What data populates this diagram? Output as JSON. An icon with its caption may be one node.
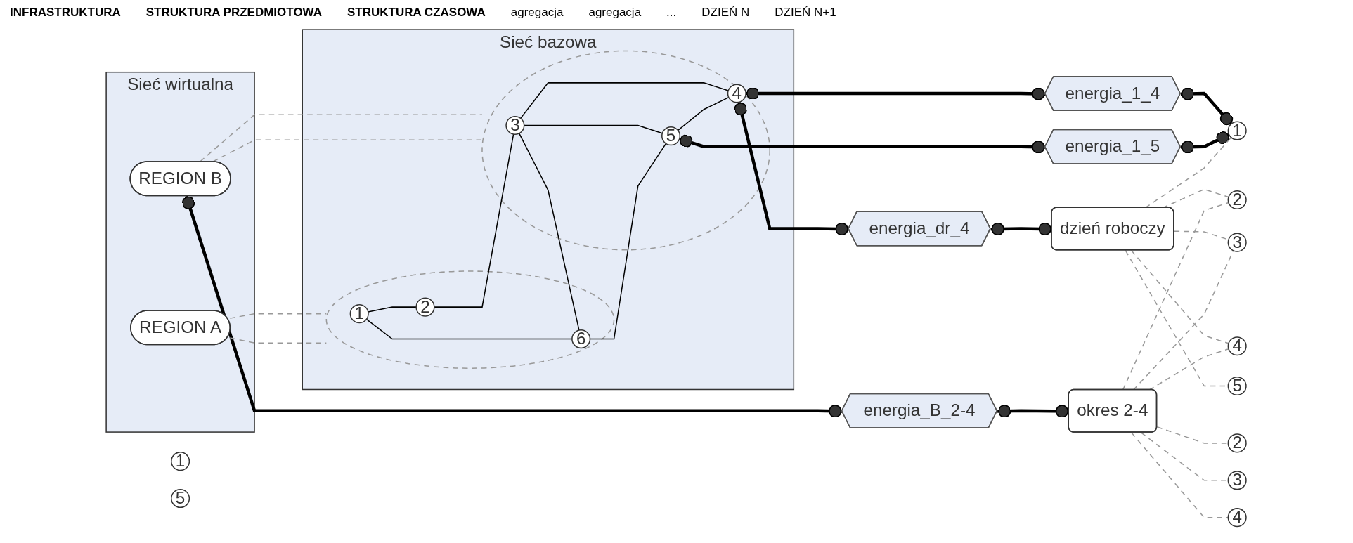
{
  "diagram": {
    "nodes": [
      {
        "text": [
          "Sieć wirtualna"
        ]
      },
      {
        "text": [
          "REGION A"
        ],
        "in": 0
      },
      {
        "text": [
          "REGION B"
        ],
        "in": 0
      },
      {
        "text": [
          "Sieć bazowa"
        ]
      },
      {
        "text": [],
        "shape": "circle",
        "in": 3
      },
      {
        "text": [],
        "shape": "circle",
        "in": 3
      },
      {
        "text": [
          "1"
        ],
        "in": 4
      },
      {
        "text": [
          "2"
        ],
        "in": 4
      },
      {
        "text": [
          "6"
        ],
        "in": 4
      },
      {
        "text": [
          "3"
        ],
        "in": 5
      },
      {
        "text": [
          "4"
        ],
        "in": 5
      },
      {
        "text": [
          "5"
        ],
        "in": 5
      },
      {
        "text": [
          "energia_B_2-4"
        ]
      },
      {
        "text": [
          "energia_dr_4"
        ]
      },
      {
        "text": [
          "energia_1_4"
        ]
      },
      {
        "text": [
          "energia_1_5"
        ]
      },
      {
        "text": [
          "dzień roboczy"
        ]
      },
      {
        "text": [
          "okres 2-4"
        ]
      },
      {
        "text": [
          "1"
        ]
      },
      {
        "text": [
          "2"
        ]
      },
      {
        "text": [
          "3"
        ]
      },
      {
        "text": [
          "4"
        ]
      },
      {
        "text": [
          "5"
        ]
      },
      {
        "text": [
          "1"
        ]
      },
      {
        "text": [
          "2"
        ]
      },
      {
        "text": [
          "3"
        ]
      },
      {
        "text": [
          "4"
        ]
      },
      {
        "text": [
          "5"
        ]
      }
    ],
    "edges": [
      {
        "from": 6,
        "to": 7,
        "arrow": "none"
      },
      {
        "from": 6,
        "to": 8,
        "arrow": "none"
      },
      {
        "from": 7,
        "to": 9,
        "arrow": "none"
      },
      {
        "from": 9,
        "to": 8,
        "arrow": "none"
      },
      {
        "from": 9,
        "to": 10,
        "arrow": "none"
      },
      {
        "from": 9,
        "to": 11,
        "arrow": "none"
      },
      {
        "from": 8,
        "to": 11,
        "arrow": "none"
      },
      {
        "from": 11,
        "to": 10,
        "arrow": "none"
      },
      {
        "from": 1,
        "to": 4,
        "arrow": "none",
        "style": "dashed",
        "color": "#999999"
      },
      {
        "from": 1,
        "to": 4,
        "arrow": "none",
        "style": "dashed",
        "color": "#999999"
      },
      {
        "from": 2,
        "to": 5,
        "arrow": "none",
        "style": "dashed",
        "color": "#999999"
      },
      {
        "from": 2,
        "to": 5,
        "arrow": "none",
        "style": "dashed",
        "color": "#999999"
      },
      {
        "from": 2,
        "to": 12,
        "arrow": "other",
        "style": "thick"
      },
      {
        "from": 12,
        "to": 17,
        "arrow": "other",
        "style": "thick"
      },
      {
        "from": 10,
        "to": 13,
        "arrow": "other",
        "style": "thick"
      },
      {
        "from": 13,
        "to": 16,
        "arrow": "other",
        "style": "thick"
      },
      {
        "from": 10,
        "to": 14,
        "arrow": "other",
        "style": "thick"
      },
      {
        "from": 14,
        "to": 18,
        "arrow": "other",
        "style": "thick"
      },
      {
        "from": 11,
        "to": 15,
        "arrow": "other",
        "style": "thick"
      },
      {
        "from": 15,
        "to": 18,
        "arrow": "other",
        "style": "thick"
      },
      {
        "from": 16,
        "to": 18,
        "arrow": "none",
        "style": "dashed",
        "color": "#999999"
      },
      {
        "from": 16,
        "to": 19,
        "arrow": "none",
        "style": "dashed",
        "color": "#999999"
      },
      {
        "from": 16,
        "to": 20,
        "arrow": "none",
        "style": "dashed",
        "color": "#999999"
      },
      {
        "from": 16,
        "to": 21,
        "arrow": "none",
        "style": "dashed",
        "color": "#999999"
      },
      {
        "from": 16,
        "to": 22,
        "arrow": "none",
        "style": "dashed",
        "color": "#999999"
      },
      {
        "from": 17,
        "to": 19,
        "arrow": "none",
        "style": "dashed",
        "color": "#999999"
      },
      {
        "from": 17,
        "to": 20,
        "arrow": "none",
        "style": "dashed",
        "color": "#999999"
      },
      {
        "from": 17,
        "to": 21,
        "arrow": "none",
        "style": "dashed",
        "color": "#999999"
      },
      {
        "from": 17,
        "to": 24,
        "arrow": "none",
        "style": "dashed",
        "color": "#999999"
      },
      {
        "from": 17,
        "to": 25,
        "arrow": "none",
        "style": "dashed",
        "color": "#999999"
      },
      {
        "from": 17,
        "to": 26,
        "arrow": "none",
        "style": "dashed",
        "color": "#999999"
      }
    ],
    "labels": [
      "INFRASTRUKTURA",
      "STRUKTURA PRZEDMIOTOWA",
      "STRUKTURA CZASOWA",
      "agregacja",
      "agregacja",
      "...",
      "DZIEŃ N",
      "DZIEŃ N+1"
    ]
  }
}
